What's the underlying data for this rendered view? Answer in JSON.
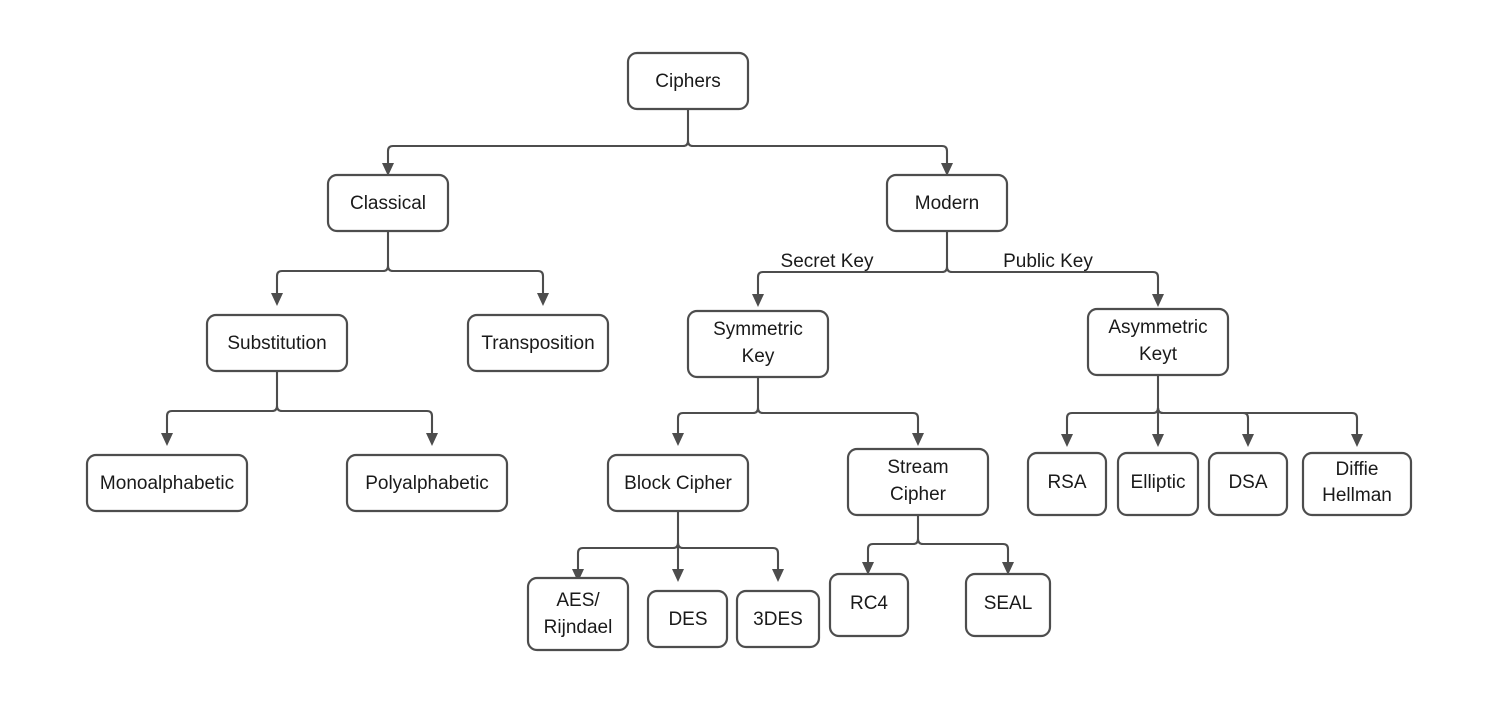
{
  "diagram": {
    "title": "Ciphers",
    "type": "tree-taxonomy",
    "background_color": "#ffffff",
    "node_border_color": "#4d4d4d",
    "node_fill_color": "#ffffff",
    "text_color": "#1a1a1a",
    "edge_color": "#4d4d4d"
  },
  "nodes": {
    "ciphers": {
      "label": "Ciphers",
      "lines": [
        "Ciphers"
      ]
    },
    "classical": {
      "label": "Classical",
      "lines": [
        "Classical"
      ]
    },
    "modern": {
      "label": "Modern",
      "lines": [
        "Modern"
      ]
    },
    "substitution": {
      "label": "Substitution",
      "lines": [
        "Substitution"
      ]
    },
    "transposition": {
      "label": "Transposition",
      "lines": [
        "Transposition"
      ]
    },
    "symmetric_key": {
      "label": "Symmetric Key",
      "lines": [
        "Symmetric",
        "Key"
      ]
    },
    "asymmetric_key": {
      "label": "Asymmetric Keyt",
      "lines": [
        "Asymmetric",
        "Keyt"
      ]
    },
    "monoalphabetic": {
      "label": "Monoalphabetic",
      "lines": [
        "Monoalphabetic"
      ]
    },
    "polyalphabetic": {
      "label": "Polyalphabetic",
      "lines": [
        "Polyalphabetic"
      ]
    },
    "block_cipher": {
      "label": "Block Cipher",
      "lines": [
        "Block Cipher"
      ]
    },
    "stream_cipher": {
      "label": "Stream Cipher",
      "lines": [
        "Stream",
        "Cipher"
      ]
    },
    "rsa": {
      "label": "RSA",
      "lines": [
        "RSA"
      ]
    },
    "elliptic": {
      "label": "Elliptic",
      "lines": [
        "Elliptic"
      ]
    },
    "dsa": {
      "label": "DSA",
      "lines": [
        "DSA"
      ]
    },
    "diffie_hellman": {
      "label": "Diffie Hellman",
      "lines": [
        "Diffie",
        "Hellman"
      ]
    },
    "aes_rijndael": {
      "label": "AES/ Rijndael",
      "lines": [
        "AES/",
        "Rijndael"
      ]
    },
    "des": {
      "label": "DES",
      "lines": [
        "DES"
      ]
    },
    "tripledes": {
      "label": "3DES",
      "lines": [
        "3DES"
      ]
    },
    "rc4": {
      "label": "RC4",
      "lines": [
        "RC4"
      ]
    },
    "seal": {
      "label": "SEAL",
      "lines": [
        "SEAL"
      ]
    }
  },
  "edge_labels": {
    "secret_key": "Secret Key",
    "public_key": "Public Key"
  },
  "edges": [
    {
      "from": "ciphers",
      "to": "classical",
      "label": ""
    },
    {
      "from": "ciphers",
      "to": "modern",
      "label": ""
    },
    {
      "from": "classical",
      "to": "substitution",
      "label": ""
    },
    {
      "from": "classical",
      "to": "transposition",
      "label": ""
    },
    {
      "from": "modern",
      "to": "symmetric_key",
      "label": "Secret Key"
    },
    {
      "from": "modern",
      "to": "asymmetric_key",
      "label": "Public Key"
    },
    {
      "from": "substitution",
      "to": "monoalphabetic",
      "label": ""
    },
    {
      "from": "substitution",
      "to": "polyalphabetic",
      "label": ""
    },
    {
      "from": "symmetric_key",
      "to": "block_cipher",
      "label": ""
    },
    {
      "from": "symmetric_key",
      "to": "stream_cipher",
      "label": ""
    },
    {
      "from": "asymmetric_key",
      "to": "rsa",
      "label": ""
    },
    {
      "from": "asymmetric_key",
      "to": "elliptic",
      "label": ""
    },
    {
      "from": "asymmetric_key",
      "to": "dsa",
      "label": ""
    },
    {
      "from": "asymmetric_key",
      "to": "diffie_hellman",
      "label": ""
    },
    {
      "from": "block_cipher",
      "to": "aes_rijndael",
      "label": ""
    },
    {
      "from": "block_cipher",
      "to": "des",
      "label": ""
    },
    {
      "from": "block_cipher",
      "to": "tripledes",
      "label": ""
    },
    {
      "from": "stream_cipher",
      "to": "rc4",
      "label": ""
    },
    {
      "from": "stream_cipher",
      "to": "seal",
      "label": ""
    }
  ]
}
